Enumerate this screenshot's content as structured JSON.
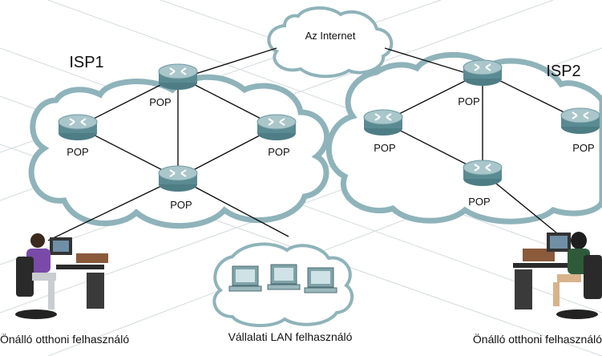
{
  "internet": {
    "label": "Az Internet"
  },
  "isp1": {
    "label": "ISP1",
    "pops": [
      "POP",
      "POP",
      "POP",
      "POP"
    ]
  },
  "isp2": {
    "label": "ISP2",
    "pops": [
      "POP",
      "POP",
      "POP",
      "POP"
    ]
  },
  "users": {
    "home_left": "Önálló otthoni felhasználó",
    "corporate": "Vállalati LAN felhasználó",
    "home_right": "Önálló otthoni felhasználó"
  },
  "colors": {
    "cloud_fill": "#ffffff",
    "cloud_stroke": "#8fb3ba",
    "router_body": "#5a8a92",
    "router_top": "#a9c6cb",
    "link": "#111111",
    "grid": "#cfd8db"
  }
}
